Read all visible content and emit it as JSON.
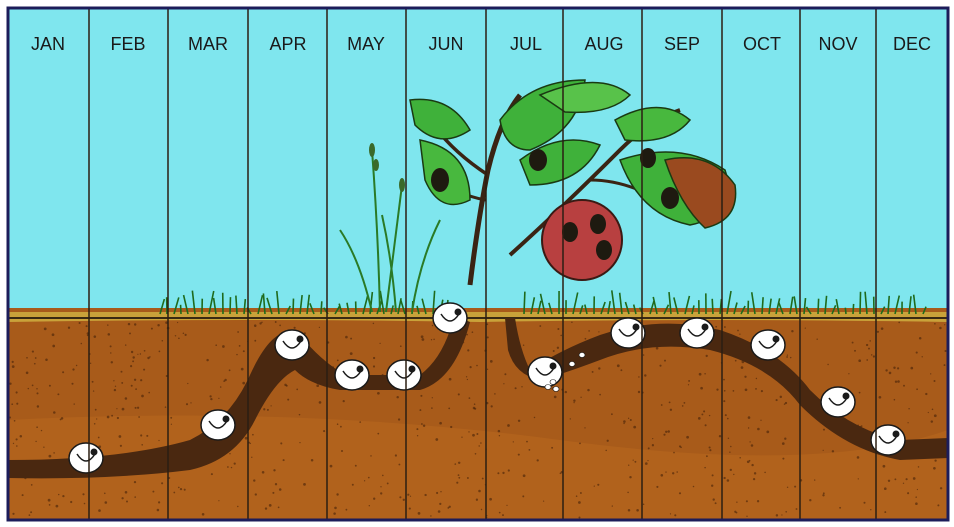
{
  "months": [
    "JAN",
    "FEB",
    "MAR",
    "APR",
    "MAY",
    "JUN",
    "JUL",
    "AUG",
    "SEP",
    "OCT",
    "NOV",
    "DEC"
  ],
  "colors": {
    "sky": "#7fe6ee",
    "soil": "#a85b1a",
    "soil_dark": "#8a4510",
    "tunnel": "#4a2810",
    "divider": "#2b1e12",
    "frame": "#1c1c5a",
    "grass": "#2f8a2b",
    "leaf": "#3fb13a",
    "fruit": "#b84040",
    "grub": "#ffffff"
  }
}
